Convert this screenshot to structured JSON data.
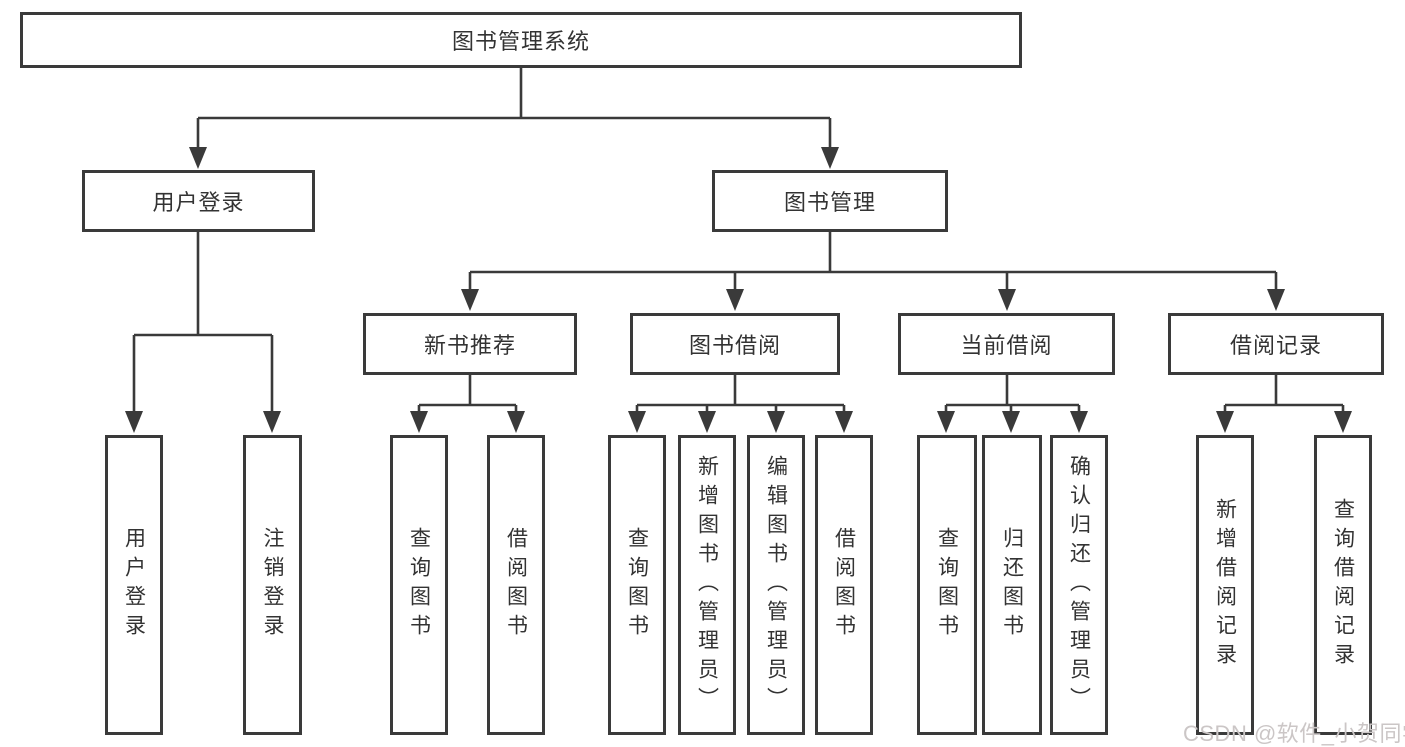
{
  "tree": {
    "root": "图书管理系统",
    "login": {
      "label": "用户登录",
      "children": [
        "用户登录",
        "注销登录"
      ]
    },
    "management": {
      "label": "图书管理",
      "sections": [
        {
          "label": "新书推荐",
          "children": [
            "查询图书",
            "借阅图书"
          ]
        },
        {
          "label": "图书借阅",
          "children": [
            "查询图书",
            "新增图书（管理员）",
            "编辑图书（管理员）",
            "借阅图书"
          ]
        },
        {
          "label": "当前借阅",
          "children": [
            "查询图书",
            "归还图书",
            "确认归还（管理员）"
          ]
        },
        {
          "label": "借阅记录",
          "children": [
            "新增借阅记录",
            "查询借阅记录"
          ]
        }
      ]
    }
  },
  "watermark": "CSDN @软件_小贺同学",
  "colors": {
    "line": "#3a3a3a",
    "text": "#333333",
    "watermark": "#cbc6c6",
    "bg": "#ffffff"
  }
}
